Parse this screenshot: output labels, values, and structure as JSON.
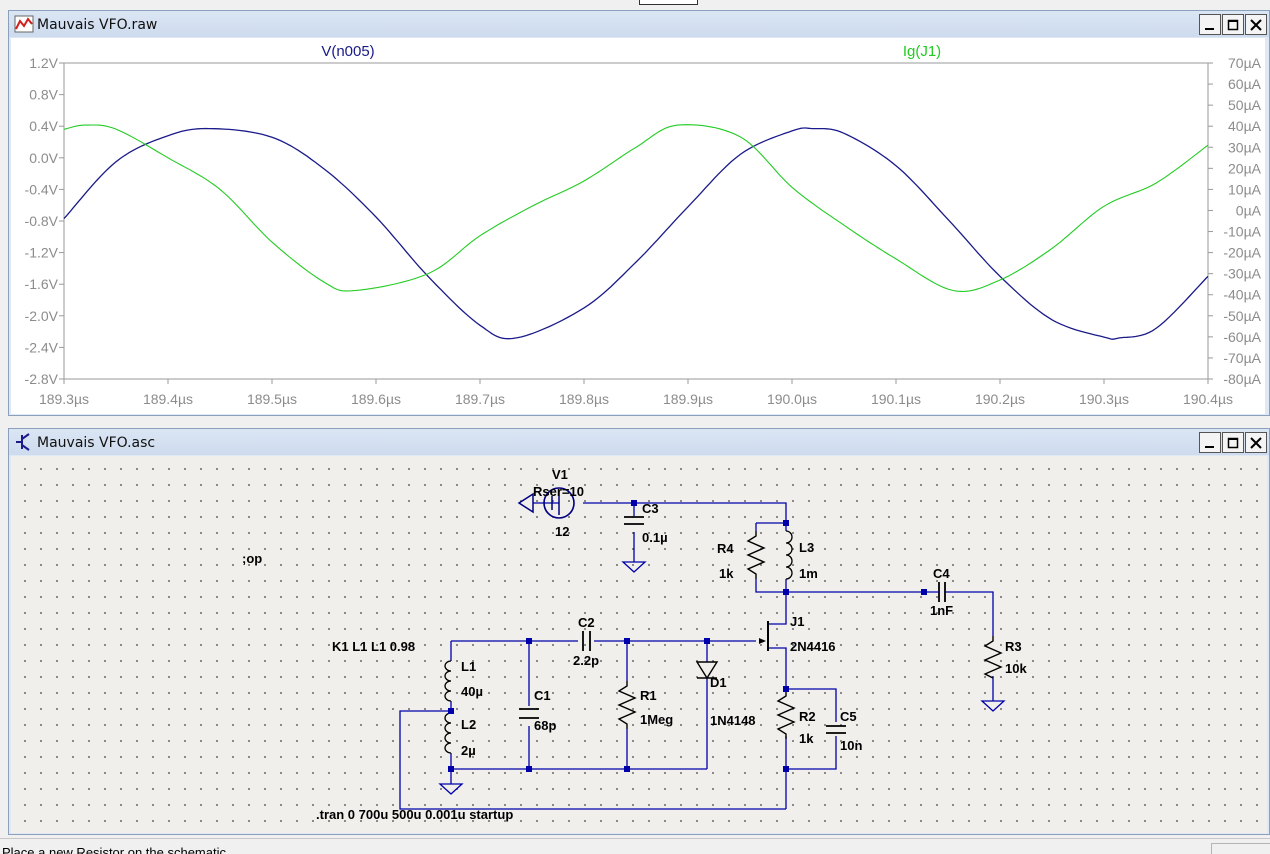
{
  "waveform_window": {
    "title": "Mauvais VFO.raw",
    "trace_left_label": "V(n005)",
    "trace_right_label": "Ig(J1)",
    "trace_left_color": "#1a1a8a",
    "trace_right_color": "#22cc22"
  },
  "schematic_window": {
    "title": "Mauvais VFO.asc",
    "directive_op": ";op",
    "directive_tran": ".tran 0 700u 500u 0.001u startup",
    "coupling": "K1 L1 L1 0.98",
    "components": {
      "v1": {
        "name": "V1",
        "param": "Rser=10",
        "value": "12"
      },
      "c3": {
        "name": "C3",
        "value": "0.1µ"
      },
      "r4": {
        "name": "R4",
        "value": "1k"
      },
      "l3": {
        "name": "L3",
        "value": "1m"
      },
      "c4": {
        "name": "C4",
        "value": "1nF"
      },
      "j1": {
        "name": "J1",
        "value": "2N4416"
      },
      "r3": {
        "name": "R3",
        "value": "10k"
      },
      "c2": {
        "name": "C2",
        "value": "2.2p"
      },
      "l1": {
        "name": "L1",
        "value": "40µ"
      },
      "l2": {
        "name": "L2",
        "value": "2µ"
      },
      "c1": {
        "name": "C1",
        "value": "68p"
      },
      "r1": {
        "name": "R1",
        "value": "1Meg"
      },
      "d1": {
        "name": "D1",
        "value": "1N4148"
      },
      "r2": {
        "name": "R2",
        "value": "1k"
      },
      "c5": {
        "name": "C5",
        "value": "10n"
      }
    }
  },
  "status_bar": {
    "text": "Place a new Resistor on the schematic"
  },
  "chart_data": {
    "type": "line",
    "x_ticks": [
      "189.3µs",
      "189.4µs",
      "189.5µs",
      "189.6µs",
      "189.7µs",
      "189.8µs",
      "189.9µs",
      "190.0µs",
      "190.1µs",
      "190.2µs",
      "190.3µs",
      "190.4µs"
    ],
    "xlim": [
      189.3,
      190.4
    ],
    "x_unit": "µs",
    "y_left_ticks": [
      "1.2V",
      "0.8V",
      "0.4V",
      "0.0V",
      "-0.4V",
      "-0.8V",
      "-1.2V",
      "-1.6V",
      "-2.0V",
      "-2.4V",
      "-2.8V"
    ],
    "y_left_lim": [
      -2.8,
      1.2
    ],
    "y_right_ticks": [
      "70µA",
      "60µA",
      "50µA",
      "40µA",
      "30µA",
      "20µA",
      "10µA",
      "0µA",
      "-10µA",
      "-20µA",
      "-30µA",
      "-40µA",
      "-50µA",
      "-60µA",
      "-70µA",
      "-80µA"
    ],
    "y_right_lim": [
      -80,
      70
    ],
    "series": [
      {
        "name": "V(n005)",
        "axis": "left",
        "color": "#1a1a8a",
        "x": [
          189.3,
          189.35,
          189.4,
          189.44,
          189.5,
          189.55,
          189.6,
          189.65,
          189.7,
          189.735,
          189.8,
          189.85,
          189.9,
          189.95,
          190.0,
          190.02,
          190.05,
          190.1,
          190.15,
          190.2,
          190.25,
          190.3,
          190.315,
          190.35,
          190.4
        ],
        "y": [
          -0.77,
          -0.05,
          0.28,
          0.37,
          0.26,
          -0.14,
          -0.75,
          -1.5,
          -2.12,
          -2.28,
          -1.9,
          -1.32,
          -0.62,
          0.04,
          0.34,
          0.37,
          0.31,
          -0.1,
          -0.78,
          -1.5,
          -2.05,
          -2.27,
          -2.28,
          -2.16,
          -1.5
        ]
      },
      {
        "name": "Ig(J1)",
        "axis": "right",
        "color": "#22cc22",
        "x": [
          189.3,
          189.32,
          189.35,
          189.4,
          189.45,
          189.5,
          189.55,
          189.58,
          189.65,
          189.7,
          189.75,
          189.8,
          189.85,
          189.89,
          189.95,
          190.0,
          190.05,
          190.1,
          190.155,
          190.2,
          190.25,
          190.3,
          190.35,
          190.4
        ],
        "y": [
          38.5,
          40.5,
          38.6,
          25,
          10,
          -15,
          -34,
          -38,
          -30,
          -12,
          2,
          14,
          30,
          40.5,
          35,
          11,
          -7,
          -23,
          -38,
          -33,
          -18,
          2,
          13,
          31
        ]
      }
    ]
  }
}
